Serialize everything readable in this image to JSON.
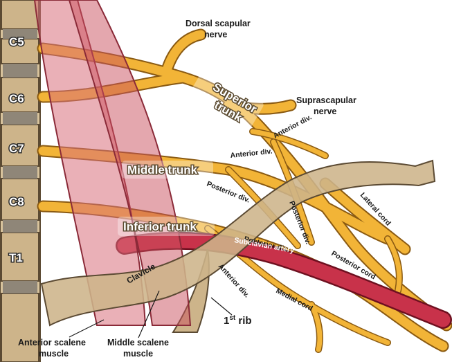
{
  "vertebrae": [
    "C5",
    "C6",
    "C7",
    "C8",
    "T1"
  ],
  "nerve_labels": {
    "dorsal_scapular": [
      "Dorsal scapular",
      "nerve"
    ],
    "suprascapular": [
      "Suprascapular",
      "nerve"
    ]
  },
  "trunks": {
    "superior": [
      "Superior",
      "trunk"
    ],
    "middle": "Middle trunk",
    "inferior": "Inferior trunk"
  },
  "divisions": {
    "anterior_1": "Anterior div.",
    "anterior_2": "Anterior div.",
    "posterior_1": "Posterior div.",
    "posterior_2": "Posterior div.",
    "posterior_3": "Posterior div.",
    "anterior_3": "Anterior div."
  },
  "cords": {
    "lateral": "Lateral cord",
    "posterior": "Posterior cord",
    "medial": "Medial cord"
  },
  "structures": {
    "subclavian_artery": "Subclavian artery",
    "clavicle": "Clavicle",
    "first_rib": "1",
    "first_rib_sup": "st",
    "first_rib_suffix": " rib"
  },
  "muscles": {
    "anterior_scalene": [
      "Anterior scalene",
      "muscle"
    ],
    "middle_scalene": [
      "Middle scalene",
      "muscle"
    ]
  },
  "colors": {
    "nerve": "#f2b437",
    "nerve_outline": "#8a5a12",
    "bone": "#cdb48a",
    "bone_outline": "#5b4a33",
    "muscle": "#d9707c",
    "artery": "#c8324a"
  }
}
